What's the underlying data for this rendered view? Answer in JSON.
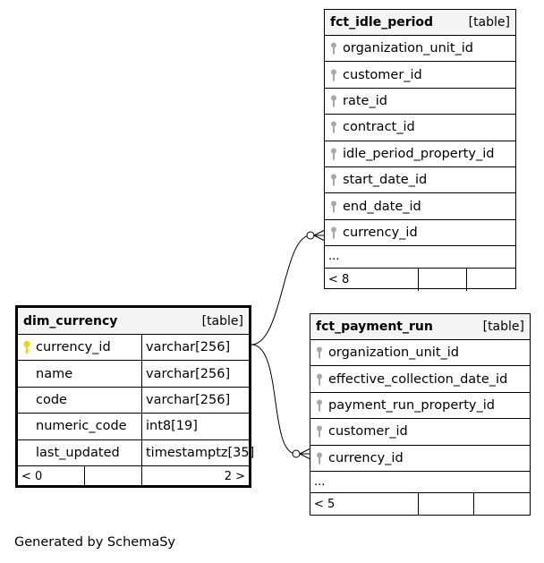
{
  "tables": {
    "fct_idle_period": {
      "name": "fct_idle_period",
      "kind": "[table]",
      "columns": [
        {
          "name": "organization_unit_id",
          "key": "fk"
        },
        {
          "name": "customer_id",
          "key": "fk"
        },
        {
          "name": "rate_id",
          "key": "fk"
        },
        {
          "name": "contract_id",
          "key": "fk"
        },
        {
          "name": "idle_period_property_id",
          "key": "fk"
        },
        {
          "name": "start_date_id",
          "key": "fk"
        },
        {
          "name": "end_date_id",
          "key": "fk"
        },
        {
          "name": "currency_id",
          "key": "fk"
        }
      ],
      "more": "...",
      "footer_left": "< 8"
    },
    "dim_currency": {
      "name": "dim_currency",
      "kind": "[table]",
      "columns": [
        {
          "name": "currency_id",
          "type": "varchar[256]",
          "key": "pk"
        },
        {
          "name": "name",
          "type": "varchar[256]",
          "key": ""
        },
        {
          "name": "code",
          "type": "varchar[256]",
          "key": ""
        },
        {
          "name": "numeric_code",
          "type": "int8[19]",
          "key": ""
        },
        {
          "name": "last_updated",
          "type": "timestamptz[35]",
          "key": ""
        }
      ],
      "footer_left": "< 0",
      "footer_right": "2 >"
    },
    "fct_payment_run": {
      "name": "fct_payment_run",
      "kind": "[table]",
      "columns": [
        {
          "name": "organization_unit_id",
          "key": "fk"
        },
        {
          "name": "effective_collection_date_id",
          "key": "fk"
        },
        {
          "name": "payment_run_property_id",
          "key": "fk"
        },
        {
          "name": "customer_id",
          "key": "fk"
        },
        {
          "name": "currency_id",
          "key": "fk"
        }
      ],
      "more": "...",
      "footer_left": "< 5"
    }
  },
  "footer_text": "Generated by SchemaSy",
  "colors": {
    "pk_key": "#e8d81a",
    "fk_key": "#a8a8a8",
    "header_bg": "#f4f4f4"
  }
}
